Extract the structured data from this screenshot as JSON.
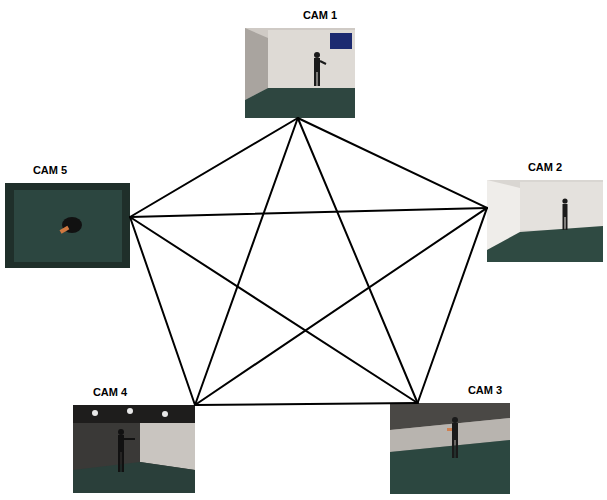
{
  "diagram": {
    "nodes": [
      {
        "text": [
          "CAM 1"
        ]
      },
      {
        "text": [
          "CAM 2"
        ]
      },
      {
        "text": [
          "CAM 3"
        ]
      },
      {
        "text": [
          "CAM 4"
        ]
      },
      {
        "text": [
          "CAM 5"
        ]
      }
    ],
    "edges": [
      {
        "from": 0,
        "to": 1,
        "arrow": "none"
      },
      {
        "from": 0,
        "to": 2,
        "arrow": "none"
      },
      {
        "from": 0,
        "to": 3,
        "arrow": "none"
      },
      {
        "from": 0,
        "to": 4,
        "arrow": "none"
      },
      {
        "from": 1,
        "to": 2,
        "arrow": "none"
      },
      {
        "from": 1,
        "to": 3,
        "arrow": "none"
      },
      {
        "from": 1,
        "to": 4,
        "arrow": "none"
      },
      {
        "from": 2,
        "to": 3,
        "arrow": "none"
      },
      {
        "from": 2,
        "to": 4,
        "arrow": "none"
      },
      {
        "from": 3,
        "to": 4,
        "arrow": "none"
      }
    ]
  }
}
